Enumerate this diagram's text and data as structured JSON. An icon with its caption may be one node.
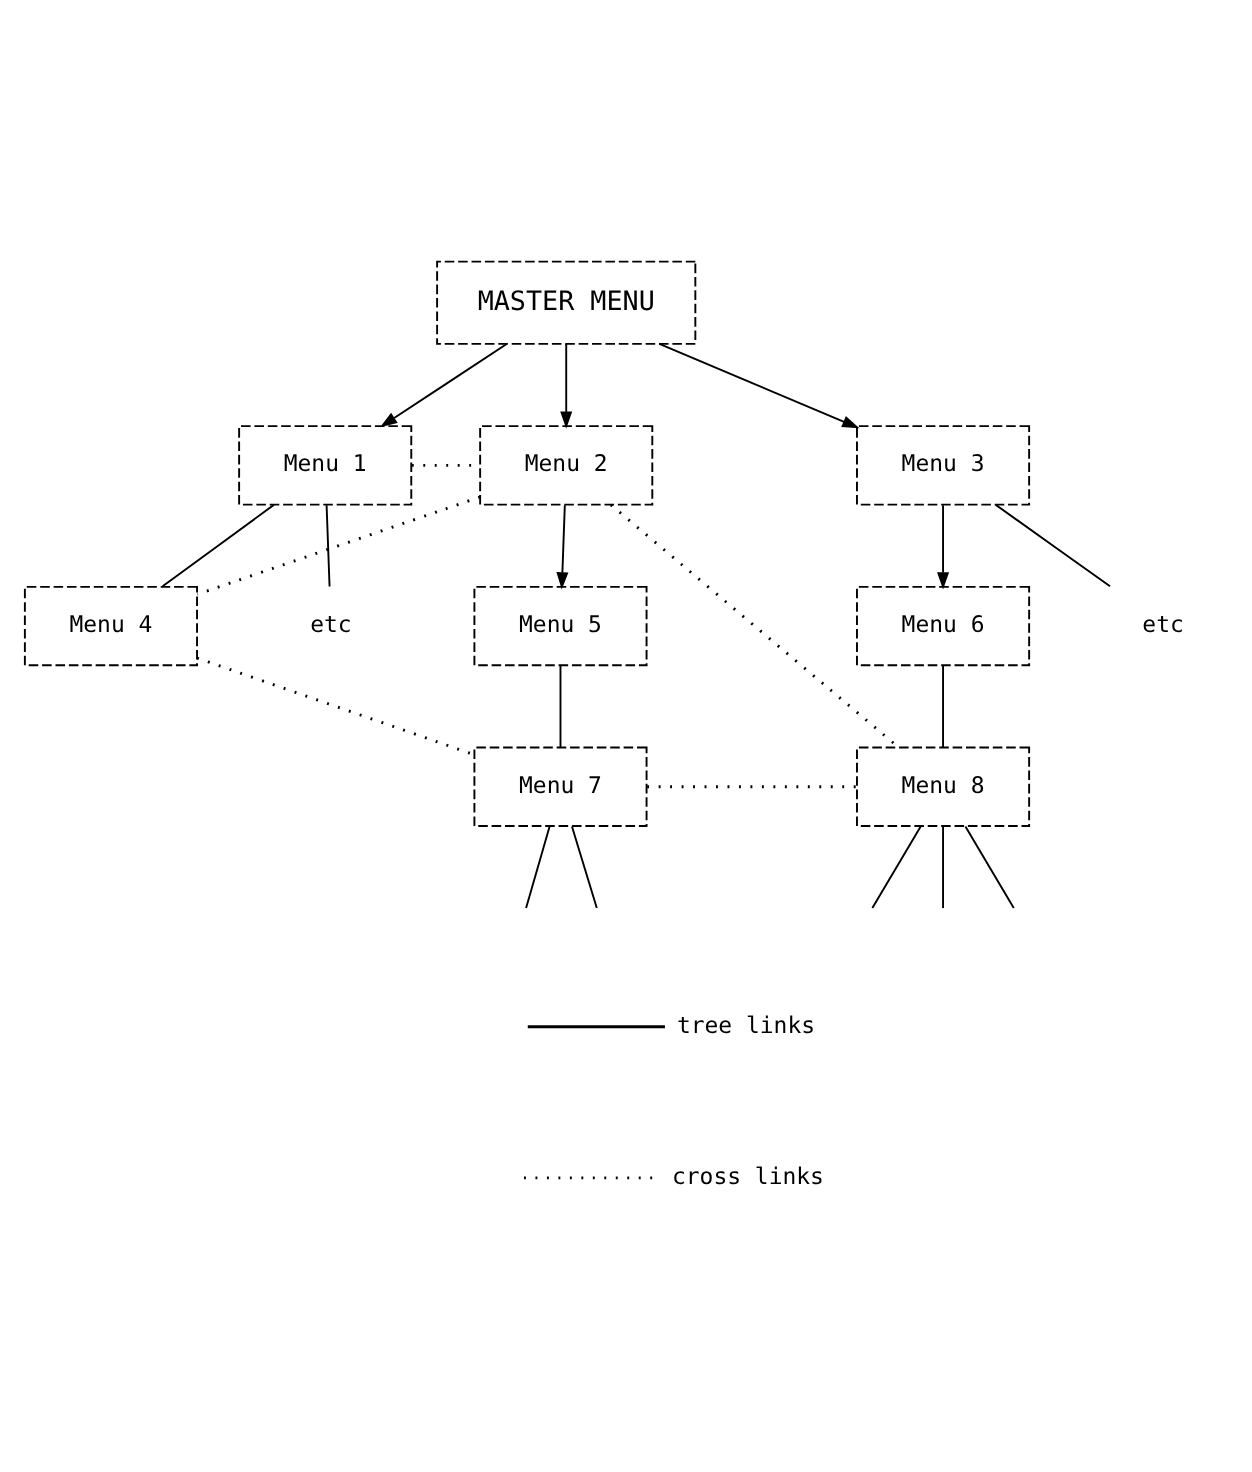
{
  "diagram": {
    "nodes": [
      {
        "text": [
          "MASTER MENU"
        ]
      },
      {
        "text": [
          "Menu 1"
        ]
      },
      {
        "text": [
          "Menu 2"
        ]
      },
      {
        "text": [
          "Menu 3"
        ]
      },
      {
        "text": [
          "Menu 4"
        ]
      },
      {
        "text": [
          "Menu 5"
        ]
      },
      {
        "text": [
          "Menu 6"
        ]
      },
      {
        "text": [
          "Menu 7"
        ]
      },
      {
        "text": [
          "Menu 8"
        ]
      },
      {
        "text": [
          "etc"
        ]
      },
      {
        "text": [
          "etc"
        ]
      }
    ],
    "edges": [
      {
        "from": 0,
        "to": 1,
        "arrow": "to"
      },
      {
        "from": 0,
        "to": 2,
        "arrow": "to"
      },
      {
        "from": 0,
        "to": 3,
        "arrow": "to"
      },
      {
        "from": 1,
        "to": 2,
        "arrow": "none",
        "style": "dashed"
      },
      {
        "from": 1,
        "to": 9,
        "arrow": "none"
      },
      {
        "from": 1,
        "to": 4,
        "arrow": "none"
      },
      {
        "from": 2,
        "to": 5,
        "arrow": "to"
      },
      {
        "from": 2,
        "to": 4,
        "arrow": "none",
        "style": "dashed"
      },
      {
        "from": 2,
        "to": 8,
        "arrow": "none",
        "style": "dashed"
      },
      {
        "from": 3,
        "to": 6,
        "arrow": "to"
      },
      {
        "from": 3,
        "to": 10,
        "arrow": "none"
      },
      {
        "from": 5,
        "to": 7,
        "arrow": "none"
      },
      {
        "from": 6,
        "to": 8,
        "arrow": "none"
      },
      {
        "from": 4,
        "to": 7,
        "arrow": "none",
        "style": "dashed"
      },
      {
        "from": 7,
        "to": 8,
        "arrow": "none",
        "style": "dashed"
      },
      {
        "from": 7,
        "to": null,
        "arrow": "none"
      },
      {
        "from": 7,
        "to": null,
        "arrow": "none"
      },
      {
        "from": 8,
        "to": null,
        "arrow": "none"
      },
      {
        "from": 8,
        "to": null,
        "arrow": "none"
      },
      {
        "from": 8,
        "to": null,
        "arrow": "none"
      }
    ],
    "legend": [
      {
        "text": "tree links"
      },
      {
        "text": "cross links"
      }
    ]
  }
}
